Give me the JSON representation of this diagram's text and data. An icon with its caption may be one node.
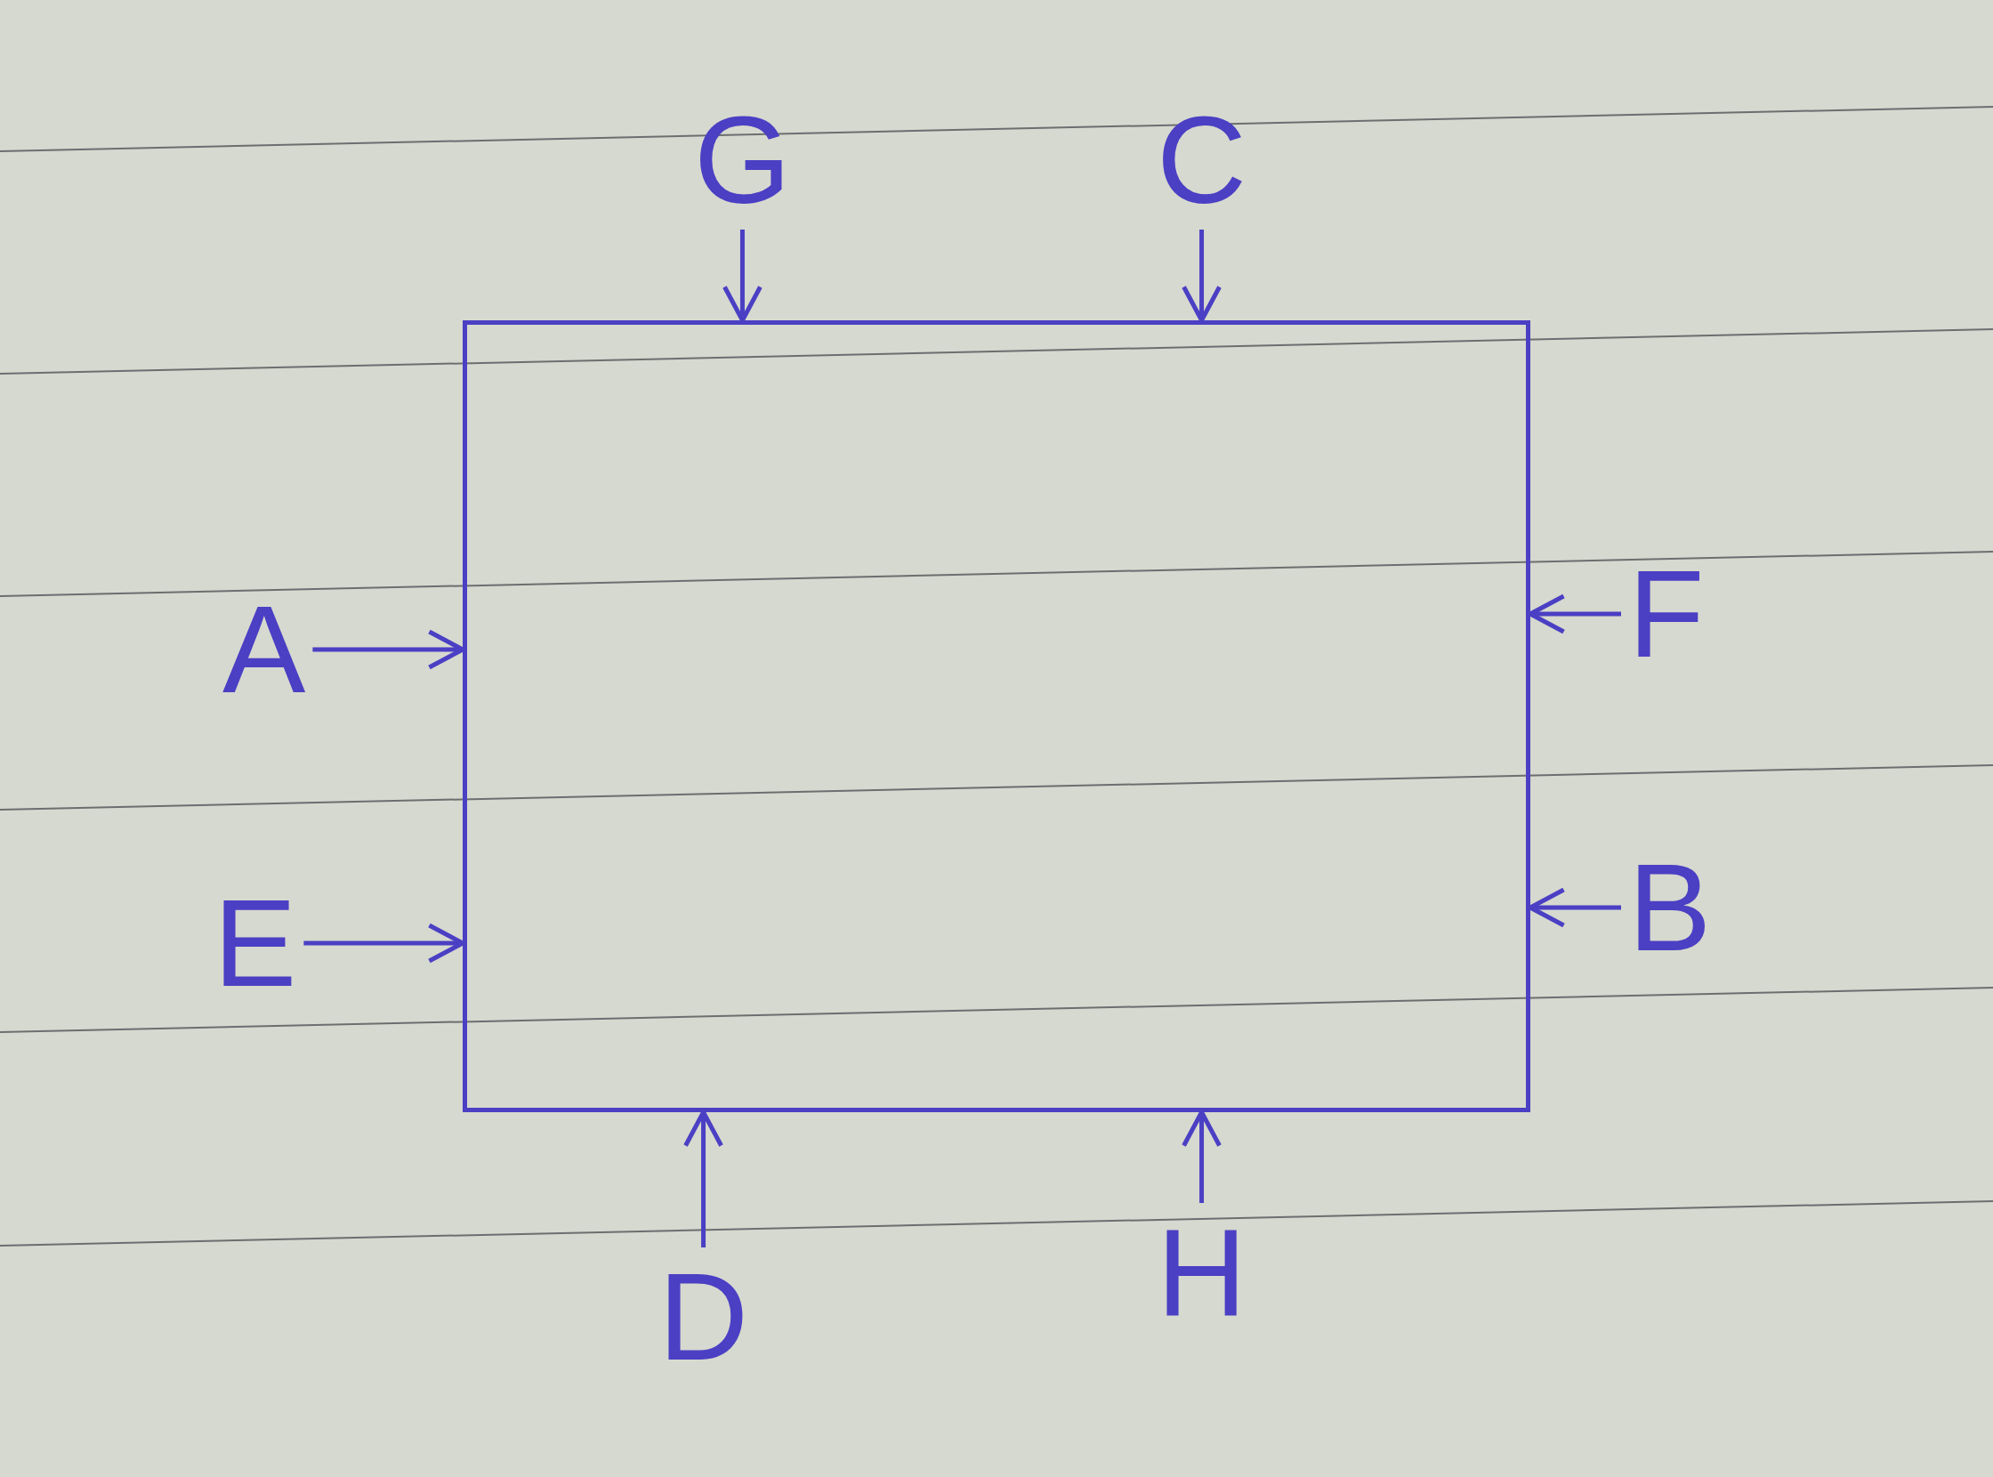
{
  "diagram": {
    "nodes": [
      {
        "text": [
          "G"
        ]
      },
      {
        "text": [
          "C"
        ]
      },
      {
        "text": [
          "A"
        ]
      },
      {
        "text": [
          "F"
        ]
      },
      {
        "text": [
          "E"
        ]
      },
      {
        "text": [
          "B"
        ]
      },
      {
        "text": [
          "D"
        ]
      },
      {
        "text": [
          "H"
        ]
      },
      {
        "text": [],
        "shape": "box"
      }
    ],
    "edges": [
      {
        "from": 0,
        "to": 8,
        "arrow": "to"
      },
      {
        "from": 1,
        "to": 8,
        "arrow": "to"
      },
      {
        "from": 2,
        "to": 8,
        "arrow": "to"
      },
      {
        "from": 3,
        "to": 8,
        "arrow": "to"
      },
      {
        "from": 4,
        "to": 8,
        "arrow": "to"
      },
      {
        "from": 5,
        "to": 8,
        "arrow": "to"
      },
      {
        "from": 6,
        "to": 8,
        "arrow": "to"
      },
      {
        "from": 7,
        "to": 8,
        "arrow": "to"
      }
    ]
  }
}
